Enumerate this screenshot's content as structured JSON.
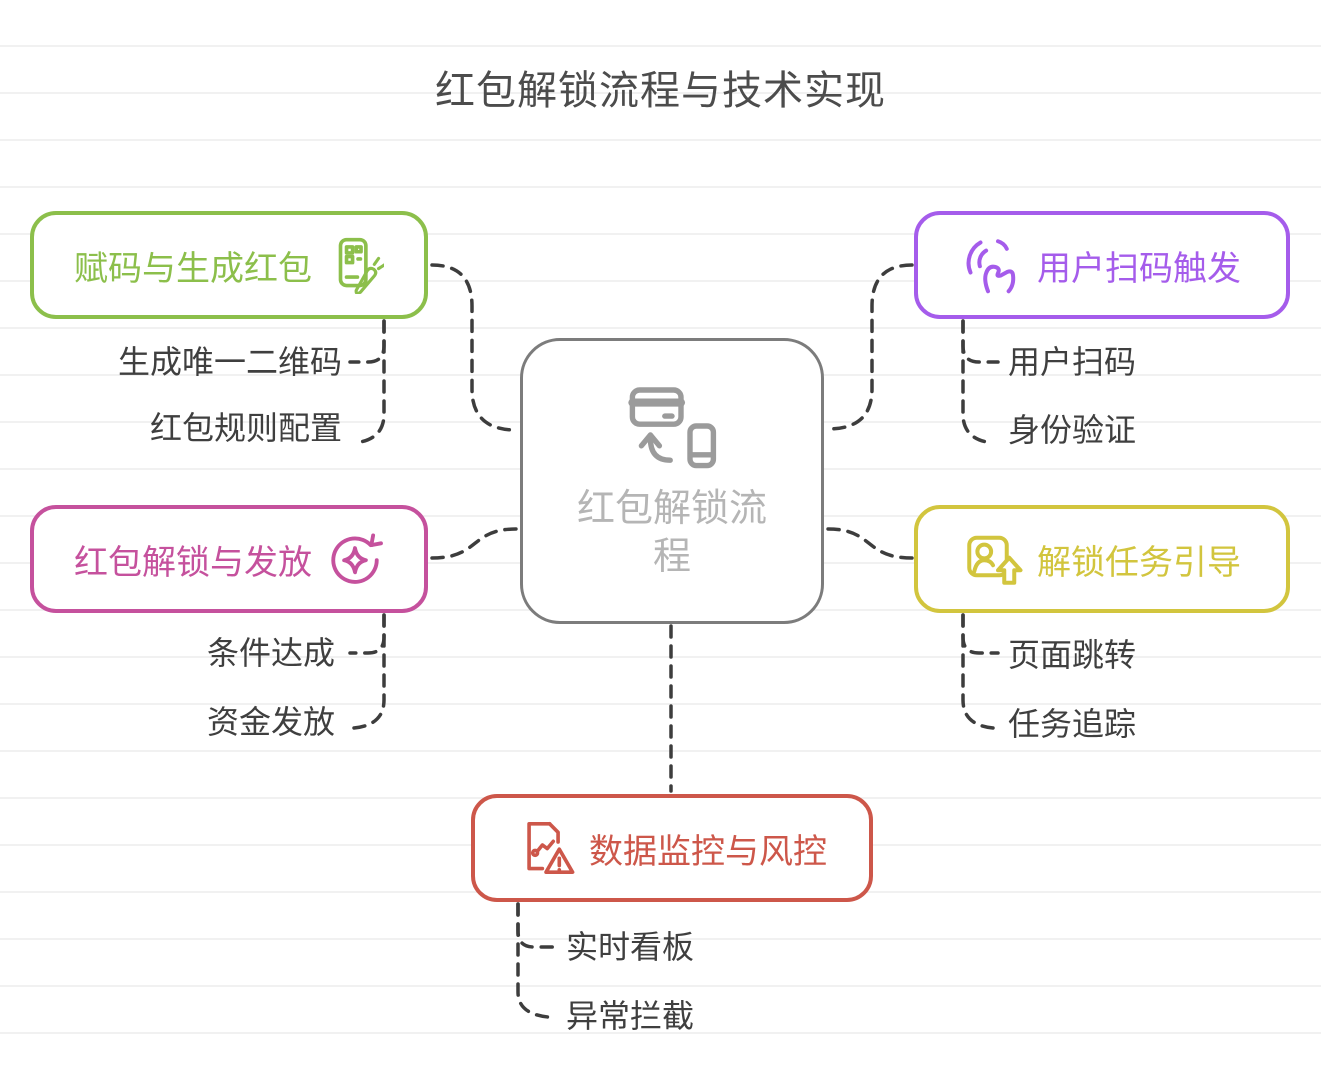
{
  "title": "红包解锁流程与技术实现",
  "background": {
    "color": "#ffffff",
    "ruled_line_color": "#f1f1f1"
  },
  "connector_color": "#3d3d3d",
  "center": {
    "label": "红包解锁流程",
    "icon": "card-phone-transfer-icon",
    "border_color": "#7c7c7c",
    "text_color": "#b5b5b5"
  },
  "branches": [
    {
      "label": "赋码与生成红包",
      "color": "#8cbf4b",
      "icon": "phone-qrcode-carrot-icon",
      "children": [
        "生成唯一二维码",
        "红包规则配置"
      ]
    },
    {
      "label": "用户扫码触发",
      "color": "#a55ceb",
      "icon": "tap-gesture-icon",
      "children": [
        "用户扫码",
        "身份验证"
      ]
    },
    {
      "label": "红包解锁与发放",
      "color": "#c5519d",
      "icon": "refresh-sparkle-icon",
      "children": [
        "条件达成",
        "资金发放"
      ]
    },
    {
      "label": "解锁任务引导",
      "color": "#d2c53e",
      "icon": "id-card-upload-icon",
      "children": [
        "页面跳转",
        "任务追踪"
      ]
    },
    {
      "label": "数据监控与风控",
      "color": "#cd574a",
      "icon": "chart-doc-warning-icon",
      "children": [
        "实时看板",
        "异常拦截"
      ]
    }
  ]
}
